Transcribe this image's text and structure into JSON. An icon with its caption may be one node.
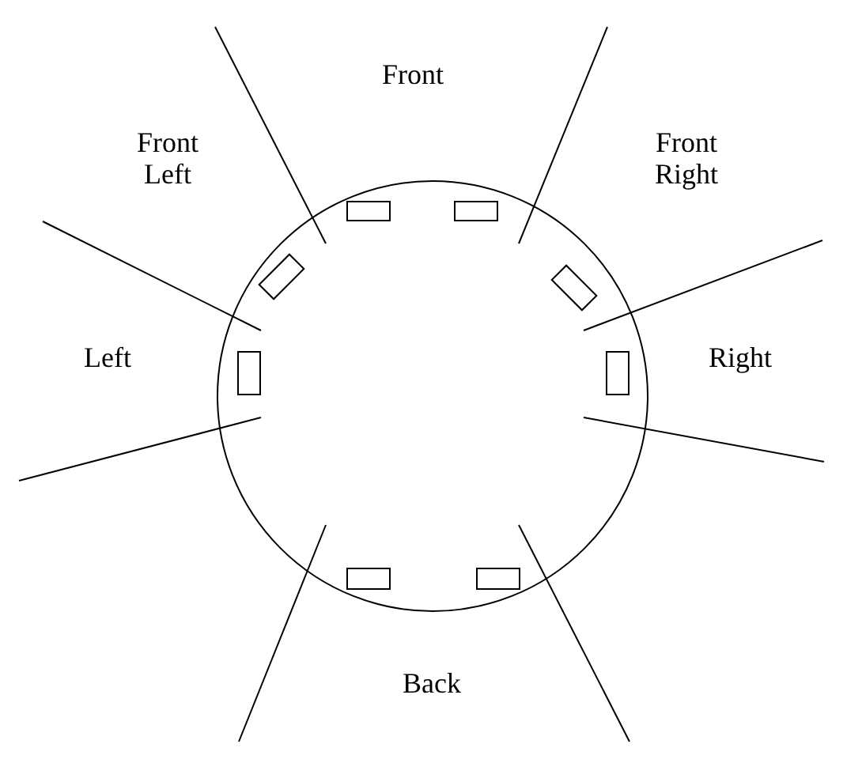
{
  "diagram": {
    "nodes": [
      {
        "text": [],
        "shape": "circle"
      },
      {
        "text": [],
        "shape": "box",
        "in": 0
      },
      {
        "text": [],
        "shape": "box",
        "in": 0
      },
      {
        "text": [],
        "shape": "box",
        "in": 0
      },
      {
        "text": [],
        "shape": "box",
        "in": 0
      },
      {
        "text": [],
        "shape": "box",
        "in": 0
      },
      {
        "text": [],
        "shape": "box",
        "in": 0
      },
      {
        "text": [],
        "shape": "box",
        "in": 0
      },
      {
        "text": [],
        "shape": "box",
        "in": 0
      }
    ],
    "labels": [
      "Front",
      "Front Left",
      "Front Right",
      "Left",
      "Right",
      "Back"
    ]
  }
}
